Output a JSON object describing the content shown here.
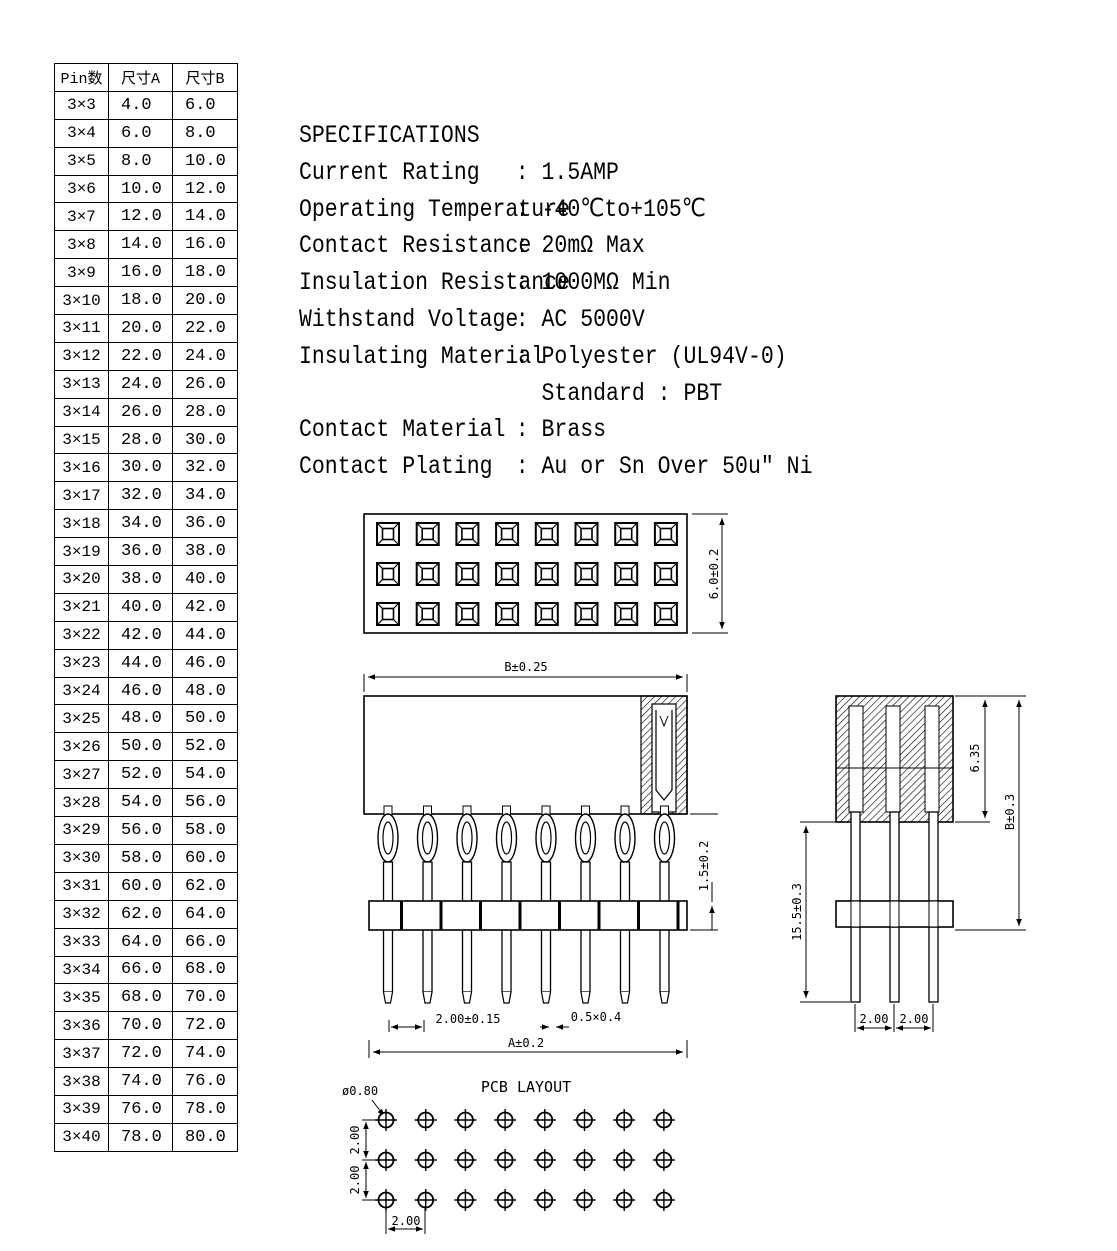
{
  "pin_table": {
    "headers": [
      "Pin数",
      "尺寸A",
      "尺寸B"
    ],
    "rows": [
      [
        "3×3",
        "4.0",
        "6.0"
      ],
      [
        "3×4",
        "6.0",
        "8.0"
      ],
      [
        "3×5",
        "8.0",
        "10.0"
      ],
      [
        "3×6",
        "10.0",
        "12.0"
      ],
      [
        "3×7",
        "12.0",
        "14.0"
      ],
      [
        "3×8",
        "14.0",
        "16.0"
      ],
      [
        "3×9",
        "16.0",
        "18.0"
      ],
      [
        "3×10",
        "18.0",
        "20.0"
      ],
      [
        "3×11",
        "20.0",
        "22.0"
      ],
      [
        "3×12",
        "22.0",
        "24.0"
      ],
      [
        "3×13",
        "24.0",
        "26.0"
      ],
      [
        "3×14",
        "26.0",
        "28.0"
      ],
      [
        "3×15",
        "28.0",
        "30.0"
      ],
      [
        "3×16",
        "30.0",
        "32.0"
      ],
      [
        "3×17",
        "32.0",
        "34.0"
      ],
      [
        "3×18",
        "34.0",
        "36.0"
      ],
      [
        "3×19",
        "36.0",
        "38.0"
      ],
      [
        "3×20",
        "38.0",
        "40.0"
      ],
      [
        "3×21",
        "40.0",
        "42.0"
      ],
      [
        "3×22",
        "42.0",
        "44.0"
      ],
      [
        "3×23",
        "44.0",
        "46.0"
      ],
      [
        "3×24",
        "46.0",
        "48.0"
      ],
      [
        "3×25",
        "48.0",
        "50.0"
      ],
      [
        "3×26",
        "50.0",
        "52.0"
      ],
      [
        "3×27",
        "52.0",
        "54.0"
      ],
      [
        "3×28",
        "54.0",
        "56.0"
      ],
      [
        "3×29",
        "56.0",
        "58.0"
      ],
      [
        "3×30",
        "58.0",
        "60.0"
      ],
      [
        "3×31",
        "60.0",
        "62.0"
      ],
      [
        "3×32",
        "62.0",
        "64.0"
      ],
      [
        "3×33",
        "64.0",
        "66.0"
      ],
      [
        "3×34",
        "66.0",
        "68.0"
      ],
      [
        "3×35",
        "68.0",
        "70.0"
      ],
      [
        "3×36",
        "70.0",
        "72.0"
      ],
      [
        "3×37",
        "72.0",
        "74.0"
      ],
      [
        "3×38",
        "74.0",
        "76.0"
      ],
      [
        "3×39",
        "76.0",
        "78.0"
      ],
      [
        "3×40",
        "78.0",
        "80.0"
      ]
    ]
  },
  "specs": {
    "title": "SPECIFICATIONS",
    "items": [
      {
        "label": "Current Rating",
        "value": ": 1.5AMP"
      },
      {
        "label": "Operating Temperature",
        "value": ": -40℃to+105℃"
      },
      {
        "label": "Contact Resistance",
        "value": ": 20mΩ Max"
      },
      {
        "label": "Insulation Resistance",
        "value": ": 1000MΩ Min"
      },
      {
        "label": "Withstand Voltage",
        "value": ": AC 5000V"
      },
      {
        "label": "Insulating Material",
        "value": ": Polyester (UL94V-0)"
      },
      {
        "label": "",
        "value": "  Standard : PBT"
      },
      {
        "label": "Contact Material",
        "value": ": Brass"
      },
      {
        "label": "Contact Plating",
        "value": ": Au or Sn Over 50u\" Ni"
      }
    ]
  },
  "dims": {
    "top_height": "6.0±0.2",
    "b_len": "B±0.25",
    "a_len": "A±0.2",
    "pitch": "2.00±0.15",
    "pin_size": "0.5×0.4",
    "tail_height": "1.5±0.2",
    "side_upper": "6.35",
    "side_b": "B±0.3",
    "side_total": "15.5±0.3",
    "side_pitch_1": "2.00",
    "side_pitch_2": "2.00",
    "pcb_title": "PCB LAYOUT",
    "pcb_hole": "ø0.80",
    "pcb_pitch_v1": "2.00",
    "pcb_pitch_v2": "2.00",
    "pcb_pitch_h": "2.00"
  }
}
